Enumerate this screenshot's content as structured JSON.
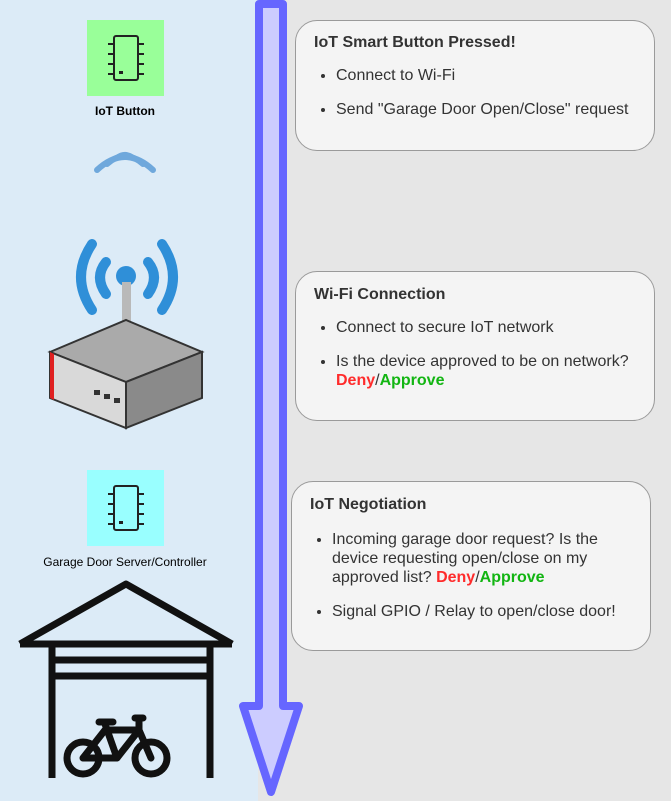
{
  "left": {
    "iot_button_label": "IoT Button",
    "controller_label": "Garage Door Server/Controller"
  },
  "cards": [
    {
      "title": "IoT Smart Button Pressed!",
      "items": [
        "Connect to Wi-Fi",
        "Send \"Garage Door Open/Close\" request"
      ]
    },
    {
      "title": "Wi-Fi Connection",
      "items": [
        "Connect to secure IoT network",
        "Is the device approved to be on network?"
      ],
      "deny": "Deny",
      "sep": "/",
      "approve": "Approve"
    },
    {
      "title": "IoT Negotiation",
      "items": [
        "Incoming garage door request? Is the device requesting open/close on my approved list?",
        "Signal GPIO / Relay to open/close door!"
      ],
      "deny": "Deny",
      "sep": "/",
      "approve": "Approve"
    }
  ],
  "colors": {
    "left_bg": "#dcebf7",
    "right_bg": "#e6e6e6",
    "iot_button_chip_bg": "#99ff99",
    "controller_chip_bg": "#99ffff",
    "arrow": "#6666ff",
    "arrow_fill": "#ccccff",
    "wifi_blue": "#2f8fd8",
    "deny": "#ff2b2b",
    "approve": "#12b512"
  },
  "icons": [
    "chip-icon",
    "signal-waves-icon",
    "router-icon",
    "chip-icon",
    "garage-icon",
    "bicycle-icon",
    "down-arrow-icon"
  ]
}
